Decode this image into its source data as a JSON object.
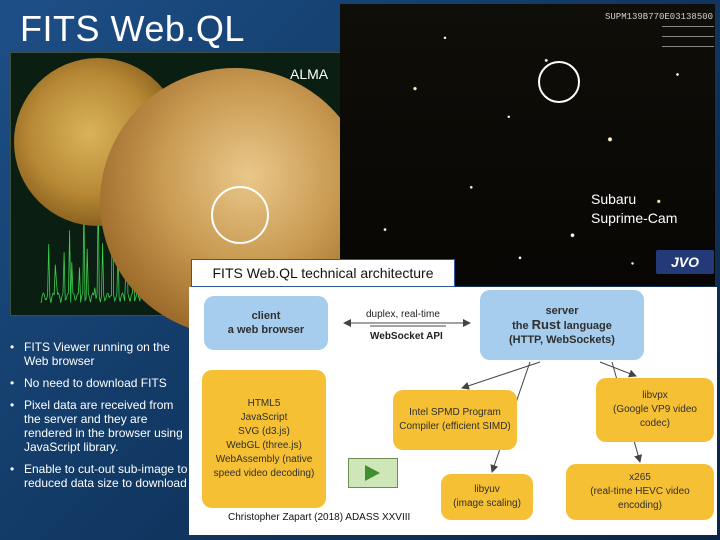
{
  "title": "FITS Web.QL",
  "alma": {
    "label": "ALMA",
    "spectrum_color": "#3ccf4e"
  },
  "subaru": {
    "label_line1": "Subaru",
    "label_line2": "Suprime-Cam",
    "image_id": "SUPM139B770E03138500"
  },
  "jvo_logo": "JVO",
  "architecture": {
    "title": "FITS Web.QL technical architecture",
    "client": {
      "line1": "client",
      "line2": "a web browser"
    },
    "server": {
      "line1": "server",
      "line2_prefix": "the ",
      "line2_bold": "Rust",
      "line2_suffix": " language",
      "line3": "(HTTP, WebSockets)"
    },
    "duplex_label": "duplex, real-time",
    "websocket_label": "WebSocket API",
    "html": {
      "lines": [
        "HTML5",
        "JavaScript",
        "SVG (d3.js)",
        "WebGL (three.js)",
        "WebAssembly (native",
        "speed video decoding)"
      ]
    },
    "intel": {
      "line1": "Intel SPMD Program",
      "line2": "Compiler (efficient SIMD)"
    },
    "libvpx": {
      "line1": "libvpx",
      "line2": "(Google VP9 video",
      "line3": "codec)"
    },
    "libyuv": {
      "line1": "libyuv",
      "line2": "(image scaling)"
    },
    "x265": {
      "line1": "x265",
      "line2": "(real-time HEVC video",
      "line3": "encoding)"
    },
    "credit": "Christopher Zapart (2018) ADASS XXVIII"
  },
  "bullets": [
    "FITS Viewer running on the Web browser",
    "No need to download FITS",
    "Pixel data are received from the server and they are rendered in the browser using JavaScript library.",
    "Enable to cut-out sub-image to reduced data size to download"
  ],
  "colors": {
    "box_blue": "#a6ccee",
    "box_orange": "#f6c034",
    "background_blue": "#123a66"
  }
}
